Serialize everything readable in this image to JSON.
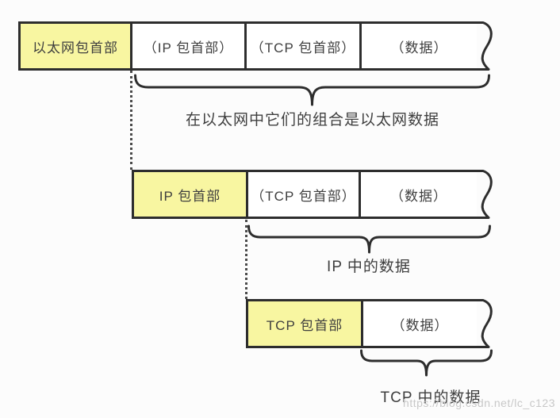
{
  "diagram": {
    "rows": [
      {
        "name": "ethernet-frame",
        "cells": [
          {
            "label": "以太网包首部",
            "highlight": true
          },
          {
            "label": "（IP 包首部）",
            "highlight": false
          },
          {
            "label": "（TCP 包首部）",
            "highlight": false
          },
          {
            "label": "（数据）",
            "highlight": false
          }
        ],
        "caption": "在以太网中它们的组合是以太网数据"
      },
      {
        "name": "ip-packet",
        "cells": [
          {
            "label": "IP 包首部",
            "highlight": true
          },
          {
            "label": "（TCP 包首部）",
            "highlight": false
          },
          {
            "label": "（数据）",
            "highlight": false
          }
        ],
        "caption": "IP 中的数据"
      },
      {
        "name": "tcp-segment",
        "cells": [
          {
            "label": "TCP 包首部",
            "highlight": true
          },
          {
            "label": "（数据）",
            "highlight": false
          }
        ],
        "caption": "TCP 中的数据"
      }
    ],
    "colors": {
      "highlight_fill": "#f8f6a1",
      "line": "#2d2d2d",
      "text": "#3e3e3e",
      "watermark": "#c8c8c8"
    },
    "watermark": "https://blog.csdn.net/lc_c123"
  }
}
